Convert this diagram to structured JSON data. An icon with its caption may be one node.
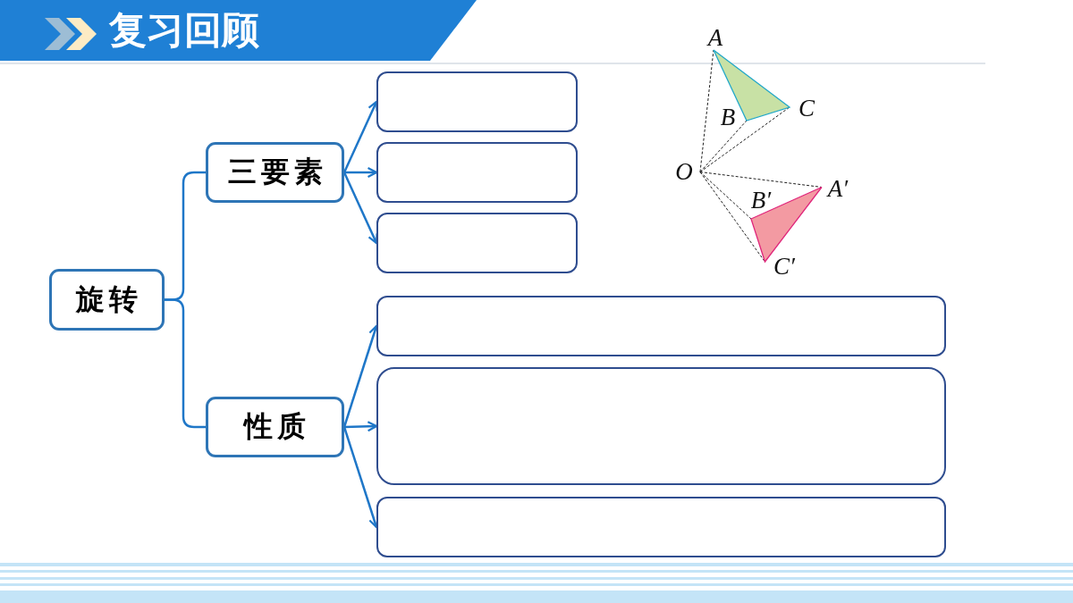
{
  "diagram": {
    "title": "复习回顾",
    "nodes": [
      {
        "text": [
          "旋转"
        ]
      },
      {
        "text": [
          "三要素"
        ]
      },
      {
        "text": [],
        "shape": "box"
      },
      {
        "text": [],
        "shape": "box"
      },
      {
        "text": [],
        "shape": "box"
      },
      {
        "text": [
          "性质"
        ]
      },
      {
        "text": [],
        "shape": "box"
      },
      {
        "text": [],
        "shape": "box"
      },
      {
        "text": [],
        "shape": "box"
      }
    ],
    "edges": [
      {
        "from": 0,
        "to": 1,
        "arrow": "none"
      },
      {
        "from": 0,
        "to": 5,
        "arrow": "none"
      },
      {
        "from": 1,
        "to": 2,
        "arrow": "to"
      },
      {
        "from": 1,
        "to": 3,
        "arrow": "to"
      },
      {
        "from": 1,
        "to": 4,
        "arrow": "to"
      },
      {
        "from": 5,
        "to": 6,
        "arrow": "to"
      },
      {
        "from": 5,
        "to": 7,
        "arrow": "to"
      },
      {
        "from": 5,
        "to": 8,
        "arrow": "to"
      }
    ],
    "labels": [
      "A",
      "B",
      "C",
      "O",
      "A′",
      "B′",
      "C′"
    ]
  }
}
